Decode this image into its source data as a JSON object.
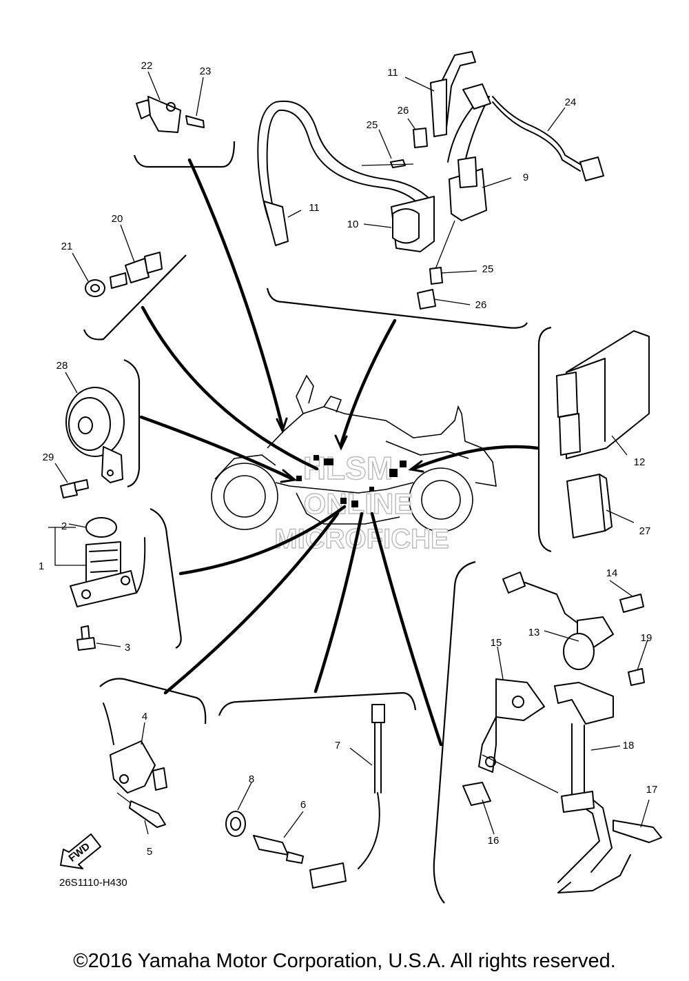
{
  "diagram": {
    "code": "26S1110-H430",
    "fwd_label": "FWD",
    "watermark": [
      "HLSM",
      "ONLINE",
      "MICROFICHE"
    ],
    "copyright": "©2016 Yamaha Motor Corporation, U.S.A. All rights reserved."
  },
  "callouts": {
    "c1": "1",
    "c2": "2",
    "c3": "3",
    "c4": "4",
    "c5": "5",
    "c6": "6",
    "c7": "7",
    "c8": "8",
    "c9": "9",
    "c10": "10",
    "c11a": "11",
    "c11b": "11",
    "c12": "12",
    "c13": "13",
    "c14": "14",
    "c15": "15",
    "c16": "16",
    "c17": "17",
    "c18": "18",
    "c19": "19",
    "c20": "20",
    "c21": "21",
    "c22": "22",
    "c23": "23",
    "c24": "24",
    "c25a": "25",
    "c25b": "25",
    "c26a": "26",
    "c26b": "26",
    "c27": "27",
    "c28": "28",
    "c29": "29"
  }
}
